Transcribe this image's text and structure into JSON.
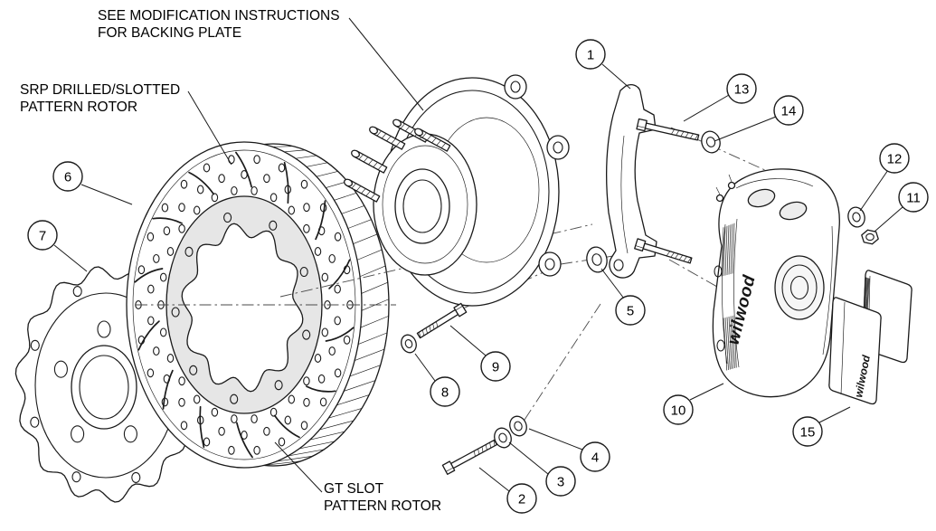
{
  "labels": {
    "modification_note": [
      "SEE MODIFICATION INSTRUCTIONS",
      "FOR BACKING PLATE"
    ],
    "srp_rotor": [
      "SRP DRILLED/SLOTTED",
      "PATTERN ROTOR"
    ],
    "gt_rotor": [
      "GT SLOT",
      "PATTERN ROTOR"
    ]
  },
  "brand": "wilwood",
  "callouts": [
    "1",
    "2",
    "3",
    "4",
    "5",
    "6",
    "7",
    "8",
    "9",
    "10",
    "11",
    "12",
    "13",
    "14",
    "15"
  ],
  "colors": {
    "line": "#1a1a1a",
    "background": "#ffffff",
    "shade": "#e6e6e6"
  }
}
